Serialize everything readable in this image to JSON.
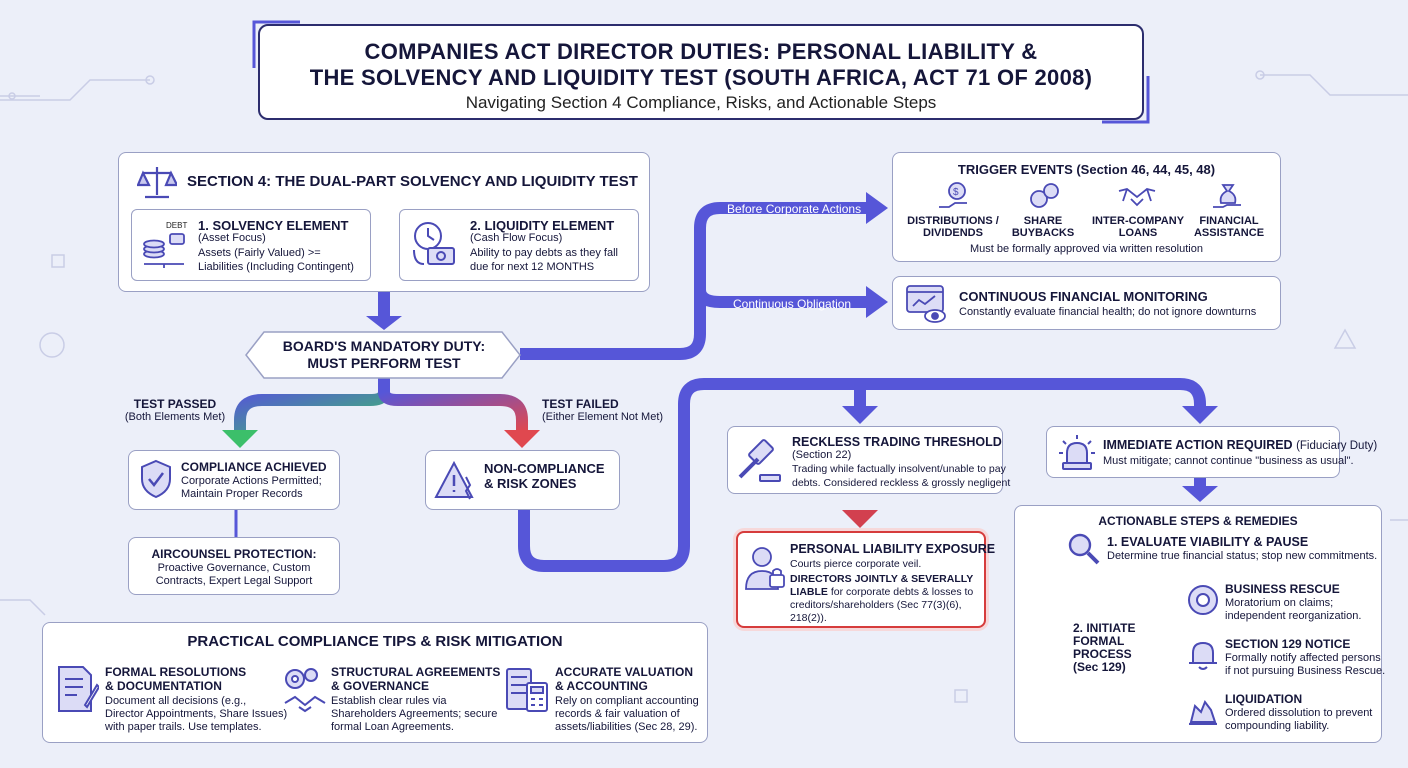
{
  "header": {
    "title_line1": "COMPANIES ACT DIRECTOR DUTIES: PERSONAL LIABILITY &",
    "title_line2": "THE SOLVENCY AND LIQUIDITY TEST (SOUTH AFRICA, ACT 71 OF 2008)",
    "subtitle": "Navigating Section 4 Compliance, Risks, and Actionable Steps"
  },
  "section4": {
    "title": "SECTION 4: THE DUAL-PART SOLVENCY AND LIQUIDITY TEST",
    "solvency": {
      "title": "1. SOLVENCY ELEMENT",
      "focus": "(Asset Focus)",
      "line1": "Assets (Fairly Valued) >=",
      "line2": "Liabilities (Including Contingent)",
      "debt_label": "DEBT"
    },
    "liquidity": {
      "title": "2. LIQUIDITY ELEMENT",
      "focus": "(Cash Flow Focus)",
      "line1": "Ability to pay debts as they fall",
      "line2": "due for next 12 MONTHS"
    }
  },
  "board": {
    "line1": "BOARD'S MANDATORY DUTY:",
    "line2": "MUST PERFORM TEST"
  },
  "test_passed": {
    "label": "TEST PASSED",
    "sub": "(Both Elements Met)"
  },
  "test_failed": {
    "label": "TEST FAILED",
    "sub": "(Either Element Not Met)"
  },
  "compliance": {
    "title": "COMPLIANCE ACHIEVED",
    "line1": "Corporate Actions Permitted;",
    "line2": "Maintain Proper Records"
  },
  "aircounsel": {
    "title": "AIRCOUNSEL PROTECTION:",
    "line1": "Proactive Governance, Custom",
    "line2": "Contracts, Expert Legal Support"
  },
  "noncompliance": {
    "line1": "NON-COMPLIANCE",
    "line2": "& RISK ZONES"
  },
  "flow_labels": {
    "before": "Before Corporate Actions",
    "continuous": "Continuous Obligation"
  },
  "triggers": {
    "title": "TRIGGER EVENTS (Section 46, 44, 45, 48)",
    "items": [
      {
        "line1": "DISTRIBUTIONS /",
        "line2": "DIVIDENDS"
      },
      {
        "line1": "SHARE",
        "line2": "BUYBACKS"
      },
      {
        "line1": "INTER-COMPANY",
        "line2": "LOANS"
      },
      {
        "line1": "FINANCIAL",
        "line2": "ASSISTANCE"
      }
    ],
    "note": "Must be formally approved via written resolution"
  },
  "monitoring": {
    "title": "CONTINUOUS FINANCIAL MONITORING",
    "line1": "Constantly evaluate financial health; do not ignore downturns"
  },
  "reckless": {
    "title": "RECKLESS TRADING THRESHOLD",
    "sub": "(Section 22)",
    "line1": "Trading while factually insolvent/unable to pay",
    "line2": "debts. Considered reckless & grossly negligent"
  },
  "immediate": {
    "title": "IMMEDIATE ACTION REQUIRED",
    "title_suffix": "(Fiduciary Duty)",
    "line1": "Must mitigate; cannot continue \"business as usual\"."
  },
  "personal": {
    "title": "PERSONAL LIABILITY EXPOSURE",
    "line1": "Courts pierce corporate veil.",
    "bold1": "DIRECTORS JOINTLY & SEVERALLY",
    "bold2": "LIABLE",
    "rest2": " for corporate debts & losses to",
    "line3": "creditors/shareholders (Sec 77(3)(6),",
    "line4": "218(2))."
  },
  "actionable": {
    "title": "ACTIONABLE STEPS & REMEDIES",
    "step1_title": "1. EVALUATE VIABILITY & PAUSE",
    "step1_desc": "Determine true financial status; stop new commitments.",
    "step2_lines": [
      "2. INITIATE",
      "FORMAL",
      "PROCESS",
      "(Sec 129)"
    ],
    "options": [
      {
        "title": "BUSINESS RESCUE",
        "line1": "Moratorium on claims;",
        "line2": "independent reorganization."
      },
      {
        "title": "SECTION 129 NOTICE",
        "line1": "Formally notify affected persons",
        "line2": "if not pursuing Business Rescue."
      },
      {
        "title": "LIQUIDATION",
        "line1": "Ordered dissolution to prevent",
        "line2": "compounding liability."
      }
    ]
  },
  "tips": {
    "title": "PRACTICAL COMPLIANCE TIPS & RISK MITIGATION",
    "items": [
      {
        "title1": "FORMAL RESOLUTIONS",
        "title2": "& DOCUMENTATION",
        "l1": "Document all decisions (e.g.,",
        "l2": "Director Appointments, Share Issues)",
        "l3": "with paper trails. Use templates."
      },
      {
        "title1": "STRUCTURAL AGREEMENTS",
        "title2": "& GOVERNANCE",
        "l1": "Establish clear rules via",
        "l2": "Shareholders Agreements; secure",
        "l3": "formal Loan Agreements."
      },
      {
        "title1": "ACCURATE VALUATION",
        "title2": "& ACCOUNTING",
        "l1": "Rely on compliant accounting",
        "l2": "records & fair valuation of",
        "l3": "assets/liabilities (Sec 28, 29)."
      }
    ]
  },
  "colors": {
    "flow": "#5656d8",
    "pass": "#3cbf6a",
    "fail": "#e0484f",
    "risk_border": "#d63c3c",
    "icon": "#4a4ab5"
  }
}
